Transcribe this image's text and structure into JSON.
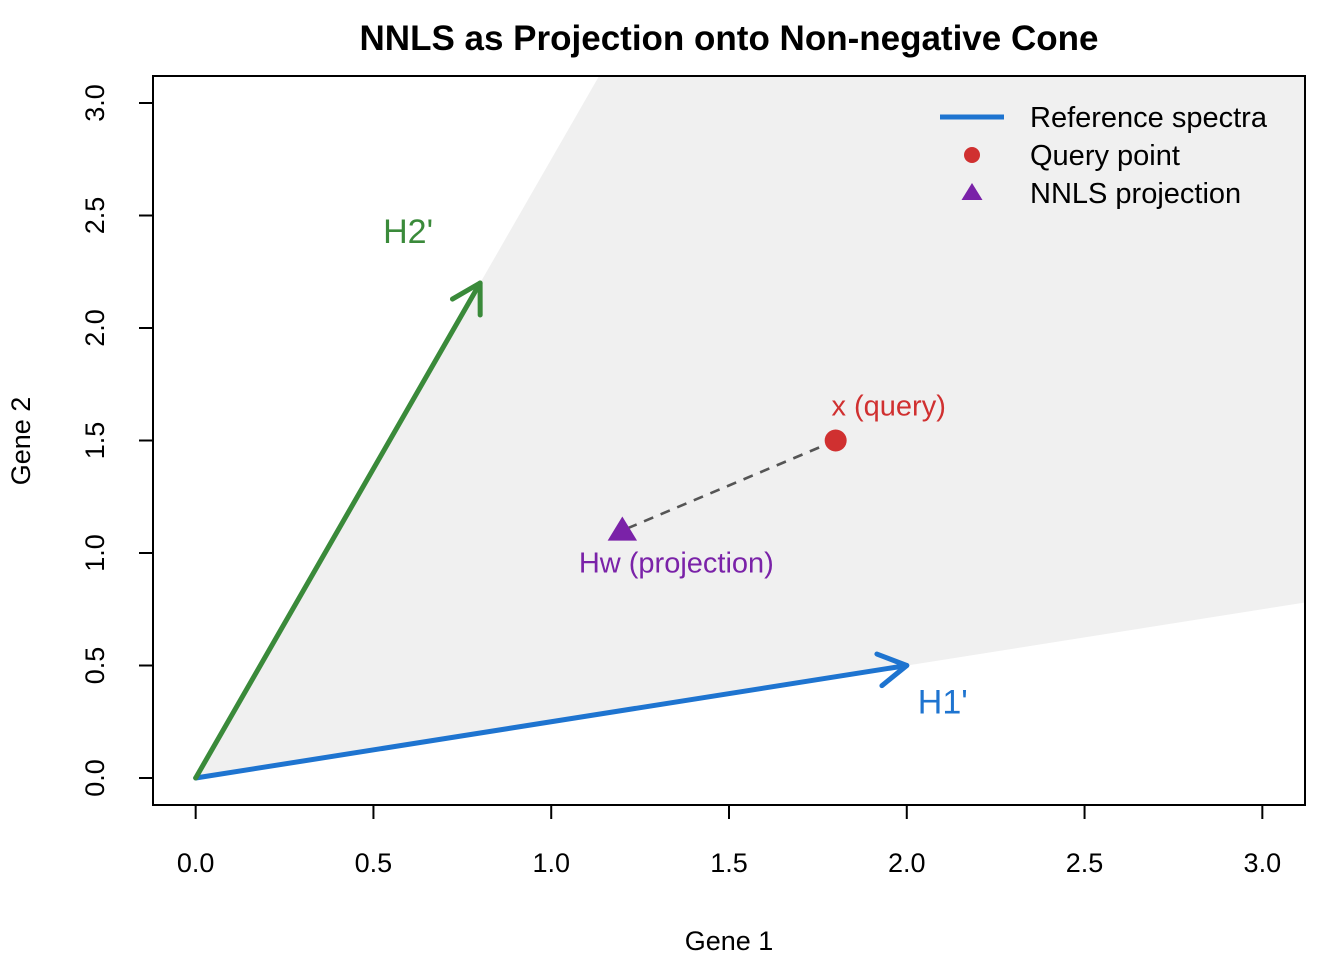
{
  "chart_data": {
    "type": "scatter",
    "title": "NNLS as Projection onto Non-negative Cone",
    "xlabel": "Gene 1",
    "ylabel": "Gene 2",
    "xlim": [
      -0.12,
      3.12
    ],
    "ylim": [
      -0.12,
      3.12
    ],
    "x_ticks": [
      "0.0",
      "0.5",
      "1.0",
      "1.5",
      "2.0",
      "2.5",
      "3.0"
    ],
    "y_ticks": [
      "0.0",
      "0.5",
      "1.0",
      "1.5",
      "2.0",
      "2.5",
      "3.0"
    ],
    "grid": false,
    "legend_position": "top-right",
    "cone": {
      "color": "#f0f0f0",
      "directions": [
        [
          2.0,
          0.5
        ],
        [
          0.8,
          2.2
        ]
      ]
    },
    "vectors": [
      {
        "label": "H1'",
        "from": [
          0,
          0
        ],
        "to": [
          2.0,
          0.5
        ],
        "color": "#1e74d0"
      },
      {
        "label": "H2'",
        "from": [
          0,
          0
        ],
        "to": [
          0.8,
          2.2
        ],
        "color": "#3a8a3a"
      }
    ],
    "points": [
      {
        "label": "x (query)",
        "x": 1.8,
        "y": 1.5,
        "marker": "circle",
        "color": "#d03030"
      },
      {
        "label": "Hw (projection)",
        "x": 1.2,
        "y": 1.1,
        "marker": "triangle",
        "color": "#7a22a8"
      }
    ],
    "connector": {
      "from": [
        1.8,
        1.5
      ],
      "to": [
        1.2,
        1.1
      ],
      "color": "#555555",
      "style": "dashed"
    },
    "legend": [
      {
        "label": "Reference spectra",
        "symbol": "line",
        "color": "#1e74d0"
      },
      {
        "label": "Query point",
        "symbol": "circle",
        "color": "#d03030"
      },
      {
        "label": "NNLS projection",
        "symbol": "triangle",
        "color": "#7a22a8"
      }
    ]
  }
}
